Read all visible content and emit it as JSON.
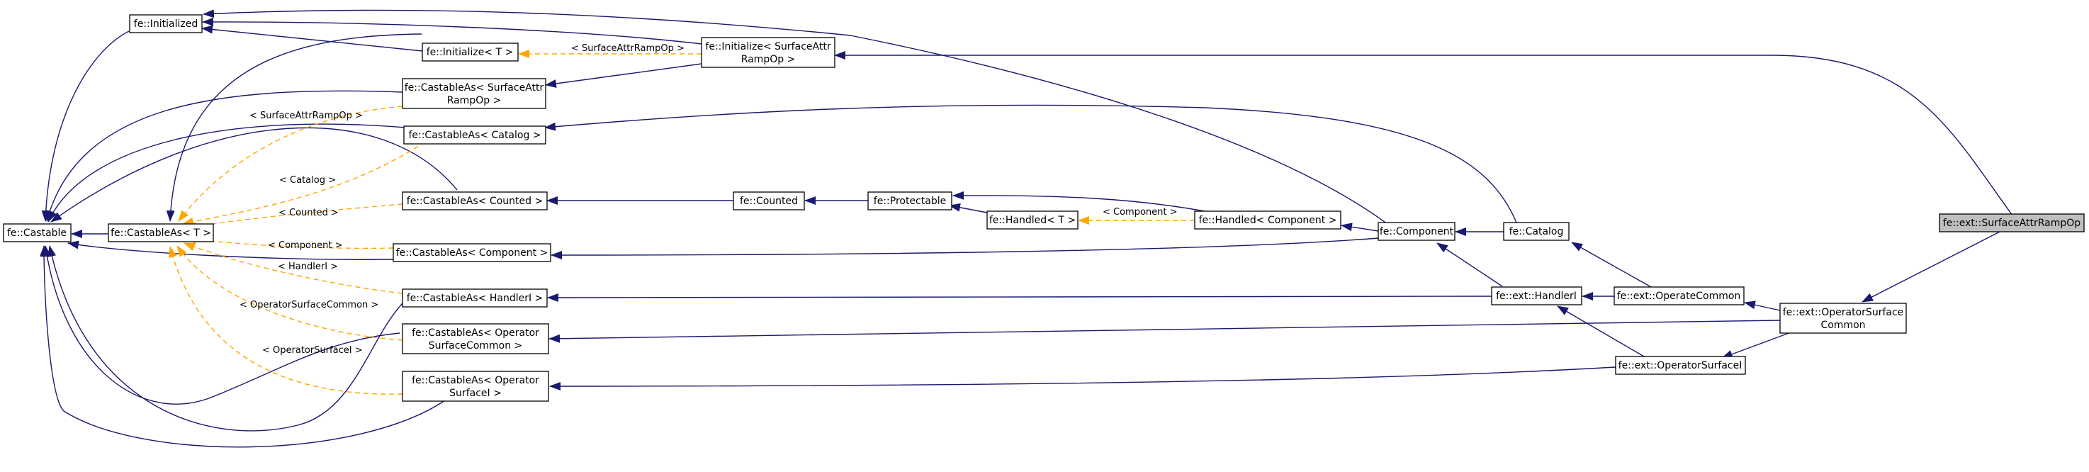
{
  "colors": {
    "inheritance_edge": "#191970",
    "template_edge": "#ffa500",
    "highlight_fill": "#bfbfbf"
  },
  "nodes": {
    "initialized": [
      "fe::Initialized"
    ],
    "initialize_t": [
      "fe::Initialize< T >"
    ],
    "initialize_srop": [
      "fe::Initialize< SurfaceAttr",
      "RampOp >"
    ],
    "castableas_srop": [
      "fe::CastableAs< SurfaceAttr",
      "RampOp >"
    ],
    "castableas_catalog": [
      "fe::CastableAs< Catalog >"
    ],
    "castableas_counted": [
      "fe::CastableAs< Counted >"
    ],
    "castableas_component": [
      "fe::CastableAs< Component >"
    ],
    "castableas_handleri": [
      "fe::CastableAs< HandlerI >"
    ],
    "castableas_osc": [
      "fe::CastableAs< Operator",
      "SurfaceCommon >"
    ],
    "castableas_osi": [
      "fe::CastableAs< Operator",
      "SurfaceI >"
    ],
    "castable": [
      "fe::Castable"
    ],
    "castableas_t": [
      "fe::CastableAs< T >"
    ],
    "counted": [
      "fe::Counted"
    ],
    "protectable": [
      "fe::Protectable"
    ],
    "handled_t": [
      "fe::Handled< T >"
    ],
    "handled_component": [
      "fe::Handled< Component >"
    ],
    "component": [
      "fe::Component"
    ],
    "catalog": [
      "fe::Catalog"
    ],
    "handleri": [
      "fe::ext::HandlerI"
    ],
    "operatecommon": [
      "fe::ext::OperateCommon"
    ],
    "operatorsurfacei": [
      "fe::ext::OperatorSurfaceI"
    ],
    "operatorsurfacecommon": [
      "fe::ext::OperatorSurface",
      "Common"
    ],
    "surfaceattrrampop": [
      "fe::ext::SurfaceAttrRampOp"
    ]
  },
  "edge_labels": {
    "srop_init": "< SurfaceAttrRampOp >",
    "srop_cast": "< SurfaceAttrRampOp >",
    "catalog": "< Catalog >",
    "counted": "< Counted >",
    "component": "< Component >",
    "handleri": "< HandlerI >",
    "osc": "< OperatorSurfaceCommon >",
    "osi": "< OperatorSurfaceI >",
    "handled_component": "< Component >"
  }
}
